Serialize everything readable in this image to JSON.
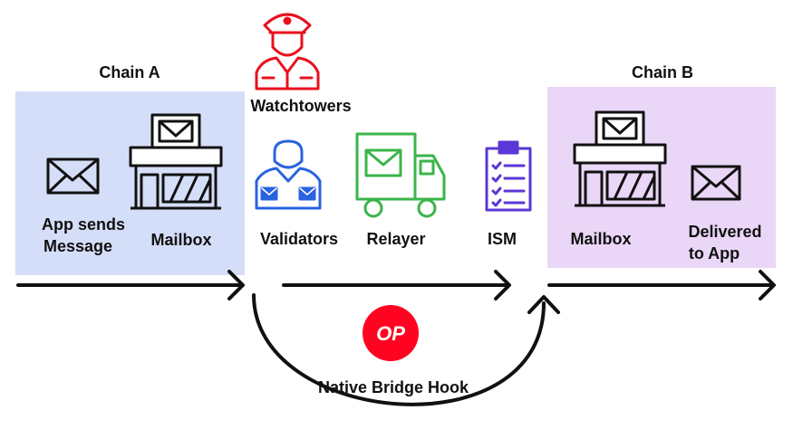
{
  "chain_a": {
    "title": "Chain A",
    "app_label_line1": "App sends",
    "app_label_line2": "Message",
    "mailbox_label": "Mailbox"
  },
  "watchtowers": {
    "label": "Watchtowers"
  },
  "offchain": {
    "validators_label": "Validators",
    "relayer_label": "Relayer",
    "ism_label": "ISM"
  },
  "chain_b": {
    "title": "Chain B",
    "mailbox_label": "Mailbox",
    "delivered_line1": "Delivered",
    "delivered_line2": "to App"
  },
  "hook": {
    "badge_text": "OP",
    "label": "Native Bridge Hook"
  },
  "colors": {
    "chain_a_bg": "#d5def8",
    "chain_b_bg": "#ead6f6",
    "watchtower_red": "#e8101e",
    "validator_blue": "#2a63e0",
    "relayer_green": "#3ab54a",
    "ism_purple": "#5a37d6",
    "op_badge_red": "#ff0420",
    "ink": "#111111"
  }
}
